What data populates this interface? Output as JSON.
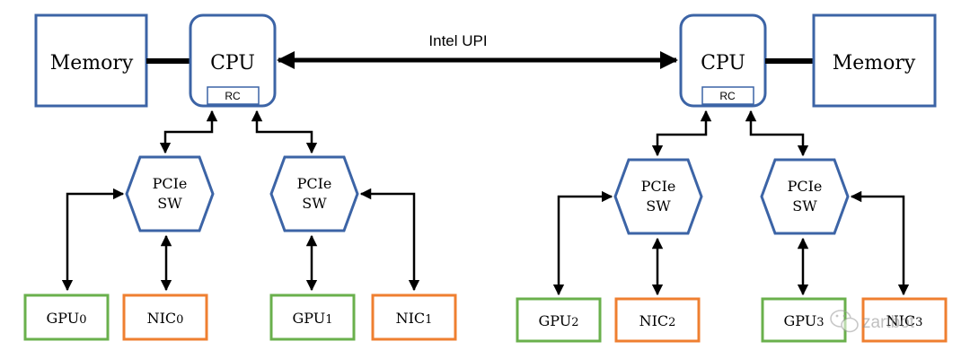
{
  "diagram": {
    "link_label": "Intel UPI",
    "colors": {
      "blue": "#3c64a6",
      "green": "#6ab04c",
      "orange": "#ef7f30",
      "black": "#000000"
    },
    "left": {
      "memory": "Memory",
      "cpu": "CPU",
      "rc": "RC",
      "switches": [
        {
          "line1": "PCIe",
          "line2": "SW"
        },
        {
          "line1": "PCIe",
          "line2": "SW"
        }
      ],
      "devices": [
        {
          "base": "GPU",
          "sub": "0"
        },
        {
          "base": "NIC",
          "sub": "0"
        },
        {
          "base": "GPU",
          "sub": "1"
        },
        {
          "base": "NIC",
          "sub": "1"
        }
      ]
    },
    "right": {
      "memory": "Memory",
      "cpu": "CPU",
      "rc": "RC",
      "switches": [
        {
          "line1": "PCIe",
          "line2": "SW"
        },
        {
          "line1": "PCIe",
          "line2": "SW"
        }
      ],
      "devices": [
        {
          "base": "GPU",
          "sub": "2"
        },
        {
          "base": "NIC",
          "sub": "2"
        },
        {
          "base": "GPU",
          "sub": "3"
        },
        {
          "base": "NIC",
          "sub": "3"
        }
      ]
    },
    "watermark": "zartbot"
  }
}
